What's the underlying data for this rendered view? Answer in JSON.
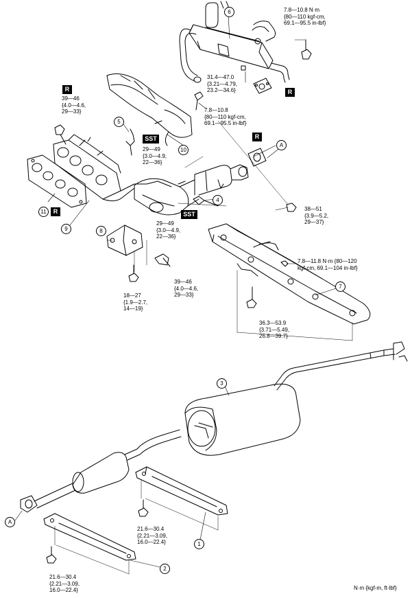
{
  "callouts": {
    "c1": "1",
    "c2": "2",
    "c3": "3",
    "c4": "4",
    "c5": "5",
    "c6": "6",
    "c7": "7",
    "c8": "8",
    "c9": "9",
    "c10": "10",
    "c11": "11",
    "a1": "A",
    "a2": "A"
  },
  "badges": {
    "r1": "R",
    "r2": "R",
    "r3": "R",
    "r4": "R",
    "sst1": "SST",
    "sst2": "SST"
  },
  "torques": {
    "t_top_right": "7.8—10.8 N·m\n{80—110 kgf-cm,\n69.1—95.5 in-lbf}",
    "t_hanger_center": "31.4—47.0\n{3.21—4.79,\n23.2—34.6}",
    "t_heat_insulator": "7.8—10.8\n{80—110 kgf-cm,\n69.1—95.5 in-lbf}",
    "t_manifold_nut": "39—46\n{4.0—4.6,\n29—33}",
    "t_sensor5": "29—49\n{3.0—4.9,\n22—36}",
    "t_sensor4": "29—49\n{3.0—4.9,\n22—36}",
    "t_flange_nut": "38—51\n{3.9—5.2,\n29—37}",
    "t_crossmember": "7.8—11.8 N·m {80—120\nkgf-cm, 69.1—104 in-lbf}",
    "t_bracket8": "18—27\n{1.9—2.7,\n14—19}",
    "t_bolt_center": "39—46\n{4.0—4.6,\n29—33}",
    "t_crossmember_bolt": "36.3—53.9\n{3.71—5.49,\n26.8—39.7}",
    "t_hanger1": "21.6—30.4\n{2.21—3.09,\n16.0—22.4}",
    "t_hanger2": "21.6—30.4\n{2.21—3.09,\n16.0—22.4}"
  },
  "units": "N·m {kgf-m, ft-lbf}"
}
